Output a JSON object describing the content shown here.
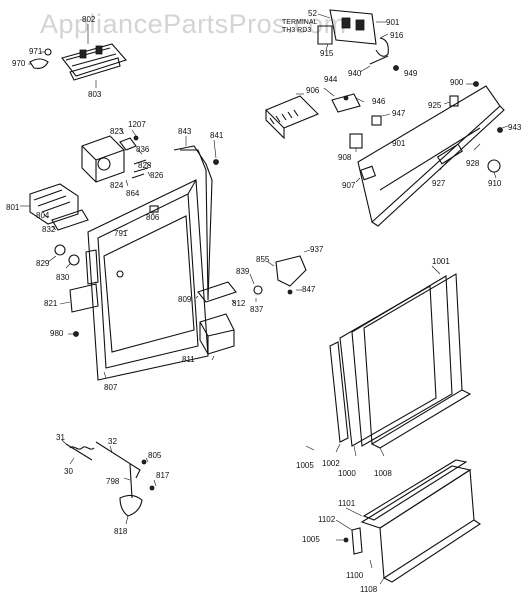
{
  "watermark": "AppliancePartsPros.com",
  "terminal_label": [
    "TERMINAL",
    "TH3 RD3"
  ],
  "labels": {
    "l52": "52",
    "l901a": "901",
    "l916": "916",
    "l915": "915",
    "l940": "940",
    "l949": "949",
    "l900": "900",
    "l925": "925",
    "l943": "943",
    "l906": "906",
    "l944": "944",
    "l946": "946",
    "l947": "947",
    "l901b": "901",
    "l908": "908",
    "l907": "907",
    "l927": "927",
    "l928": "928",
    "l910": "910",
    "l802": "802",
    "l971": "971",
    "l970": "970",
    "l803": "803",
    "l823": "823",
    "l1207": "1207",
    "l836": "836",
    "l843": "843",
    "l841": "841",
    "l828": "828",
    "l826": "826",
    "l824": "824",
    "l864": "864",
    "l801": "801",
    "l804": "804",
    "l832": "832",
    "l806": "806",
    "l791": "791",
    "l829": "829",
    "l830": "830",
    "l855": "855",
    "l937": "937",
    "l839": "839",
    "l847": "847",
    "l821": "821",
    "l809": "809",
    "l812": "812",
    "l837": "837",
    "l980": "980",
    "l811": "811",
    "l807": "807",
    "l1001": "1001",
    "l31": "31",
    "l32": "32",
    "l30": "30",
    "l805": "805",
    "l798": "798",
    "l817": "817",
    "l818": "818",
    "l1005a": "1005",
    "l1002": "1002",
    "l1000": "1000",
    "l1008": "1008",
    "l1101": "1101",
    "l1102": "1102",
    "l1005b": "1005",
    "l1100": "1100",
    "l1108": "1108"
  }
}
